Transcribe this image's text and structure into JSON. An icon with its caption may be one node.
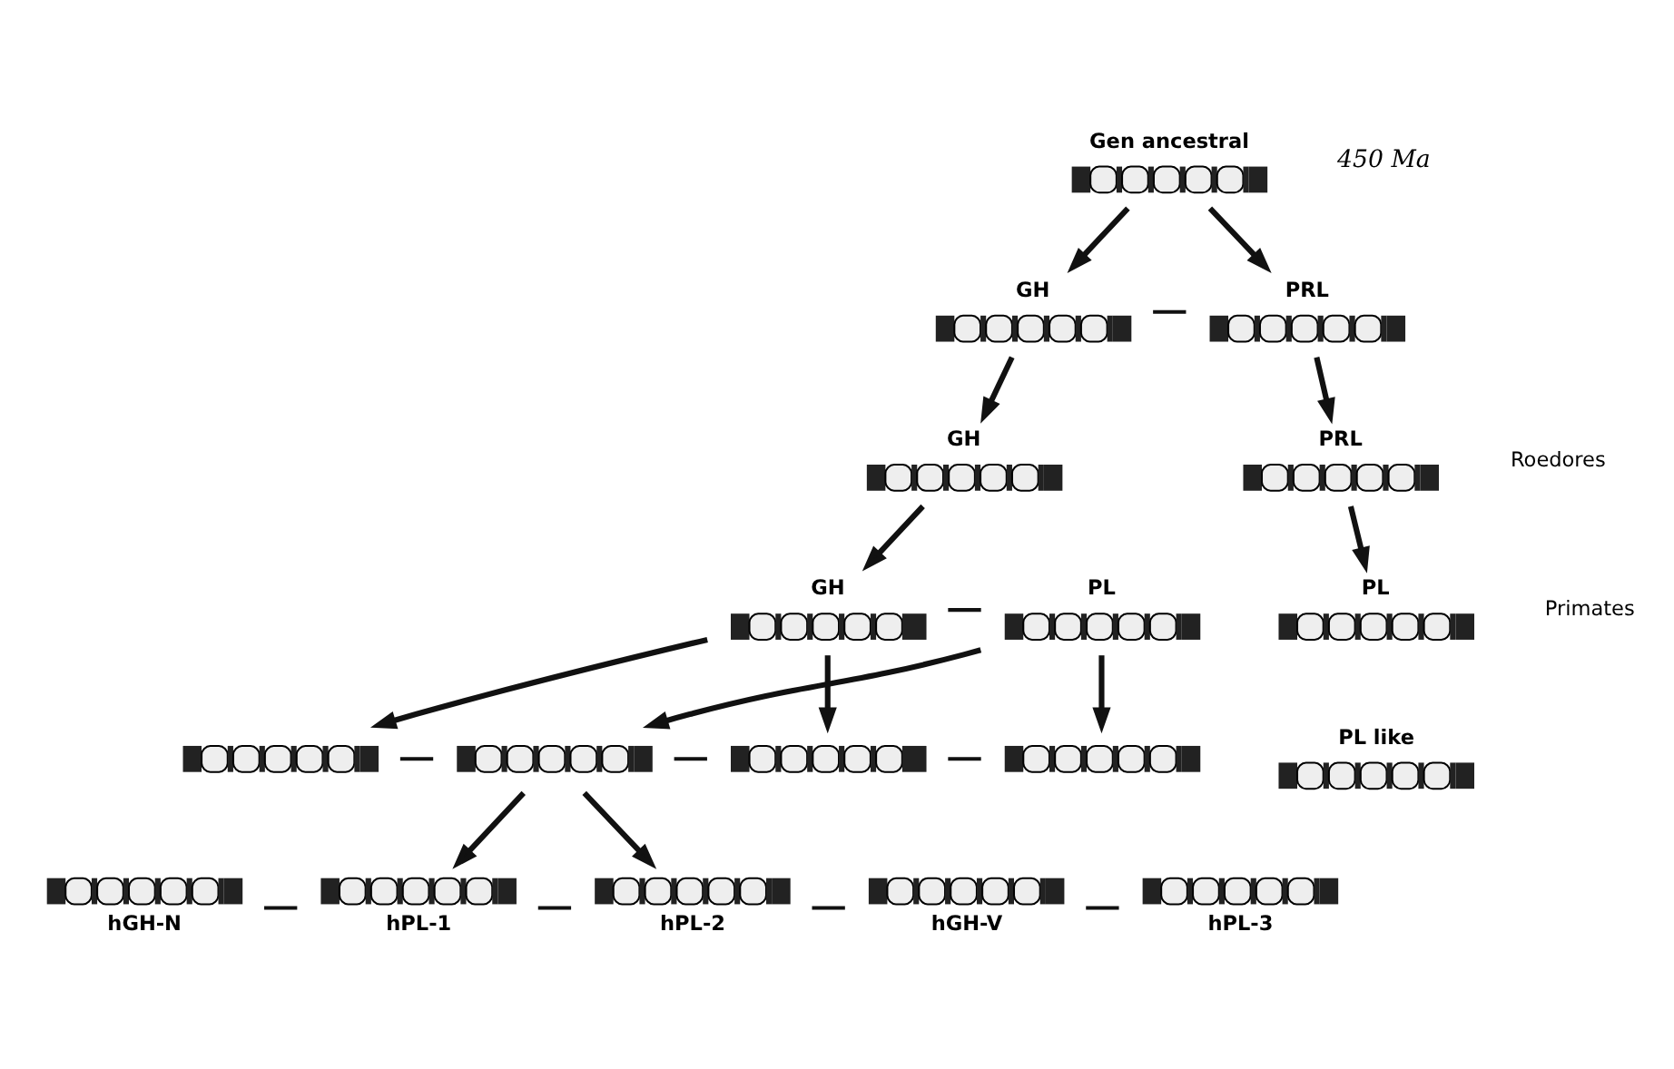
{
  "diagram": {
    "nodes": [
      {
        "text": [
          "Gen ancestral"
        ]
      },
      {
        "text": [
          "GH"
        ]
      },
      {
        "text": [
          "PRL"
        ]
      },
      {
        "text": [
          "GH"
        ]
      },
      {
        "text": [
          "PRL"
        ]
      },
      {
        "text": [
          "GH"
        ]
      },
      {
        "text": [
          "PL"
        ]
      },
      {
        "text": [
          "PL"
        ]
      },
      {
        "text": [
          "PL like"
        ]
      },
      {
        "text": [],
        "shape": "picture"
      },
      {
        "text": [],
        "shape": "picture"
      },
      {
        "text": [],
        "shape": "picture"
      },
      {
        "text": [],
        "shape": "picture"
      },
      {
        "text": [
          "hGH-N"
        ]
      },
      {
        "text": [
          "hPL-1"
        ]
      },
      {
        "text": [
          "hPL-2"
        ]
      },
      {
        "text": [
          "hGH-V"
        ]
      },
      {
        "text": [
          "hPL-3"
        ]
      }
    ],
    "edges": [
      {
        "from": 0,
        "to": 1,
        "arrow": "to"
      },
      {
        "from": 0,
        "to": 2,
        "arrow": "to"
      },
      {
        "from": 1,
        "to": 2,
        "arrow": "none"
      },
      {
        "from": 1,
        "to": 3,
        "arrow": "to"
      },
      {
        "from": 2,
        "to": 4,
        "arrow": "to"
      },
      {
        "from": 3,
        "to": 5,
        "arrow": "to"
      },
      {
        "from": 4,
        "to": 7,
        "arrow": "to"
      },
      {
        "from": 5,
        "to": 6,
        "arrow": "none"
      },
      {
        "from": 5,
        "to": 9,
        "arrow": "to"
      },
      {
        "from": 5,
        "to": 11,
        "arrow": "to"
      },
      {
        "from": 6,
        "to": 10,
        "arrow": "to"
      },
      {
        "from": 6,
        "to": 12,
        "arrow": "to"
      },
      {
        "from": 9,
        "to": 10,
        "arrow": "none"
      },
      {
        "from": 10,
        "to": 11,
        "arrow": "none"
      },
      {
        "from": 11,
        "to": 12,
        "arrow": "none"
      },
      {
        "from": 10,
        "to": 14,
        "arrow": "to"
      },
      {
        "from": 10,
        "to": 15,
        "arrow": "to"
      },
      {
        "from": 13,
        "to": 14,
        "arrow": "none"
      },
      {
        "from": 14,
        "to": 15,
        "arrow": "none"
      },
      {
        "from": 15,
        "to": 16,
        "arrow": "none"
      },
      {
        "from": 16,
        "to": 17,
        "arrow": "none"
      }
    ],
    "labels": [
      "450 Ma",
      "Primates",
      "Roedores"
    ]
  }
}
